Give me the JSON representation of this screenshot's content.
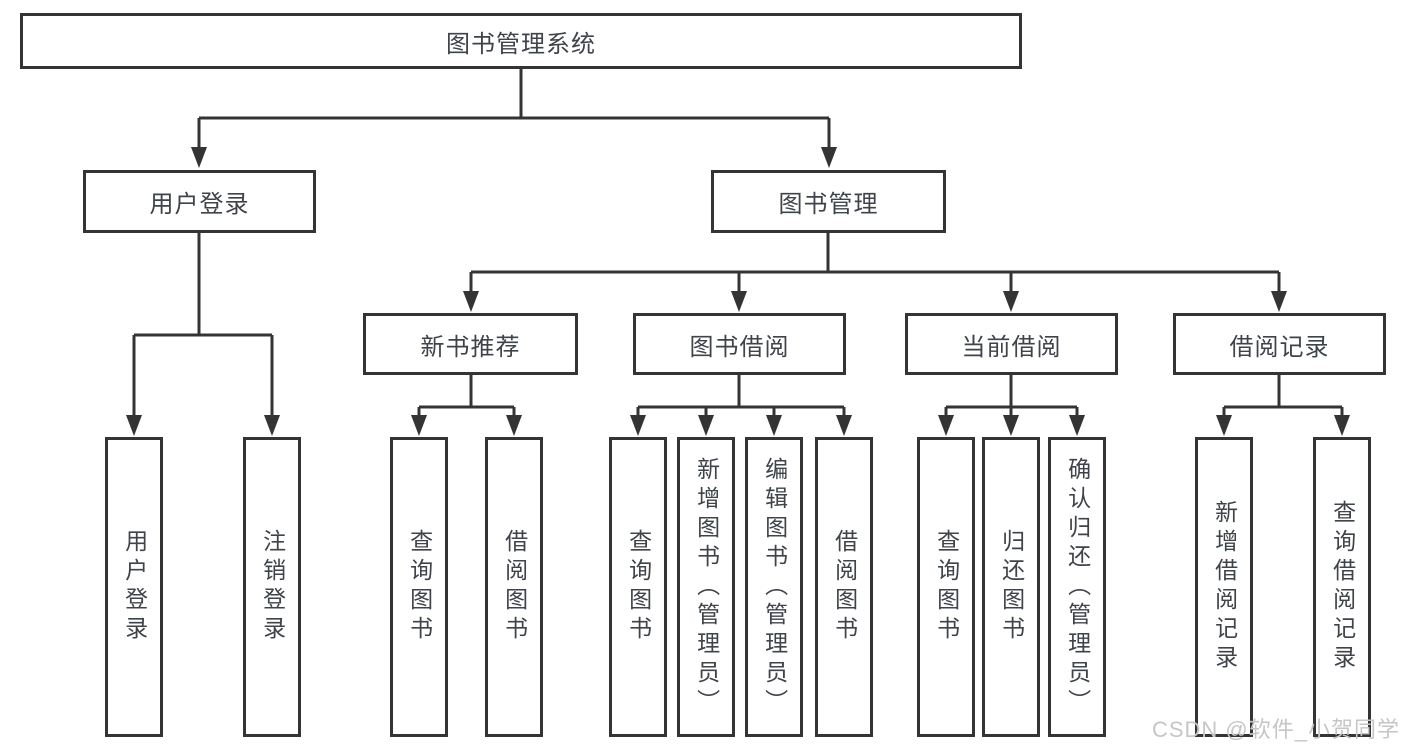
{
  "tree": {
    "root": "图书管理系统",
    "children": [
      {
        "label": "用户登录",
        "children": [
          "用户登录",
          "注销登录"
        ]
      },
      {
        "label": "图书管理",
        "children": [
          {
            "label": "新书推荐",
            "children": [
              "查询图书",
              "借阅图书"
            ]
          },
          {
            "label": "图书借阅",
            "children": [
              "查询图书",
              "新增图书（管理员）",
              "编辑图书（管理员）",
              "借阅图书"
            ]
          },
          {
            "label": "当前借阅",
            "children": [
              "查询图书",
              "归还图书",
              "确认归还（管理员）"
            ]
          },
          {
            "label": "借阅记录",
            "children": [
              "新增借阅记录",
              "查询借阅记录"
            ]
          }
        ]
      }
    ]
  },
  "watermark": {
    "text": "CSDN @软件_小贺同学",
    "color": "#c6c6c6"
  },
  "colors": {
    "background": "#ffffff",
    "line": "#343434",
    "box_border": "#343434",
    "text": "#3f434a"
  }
}
